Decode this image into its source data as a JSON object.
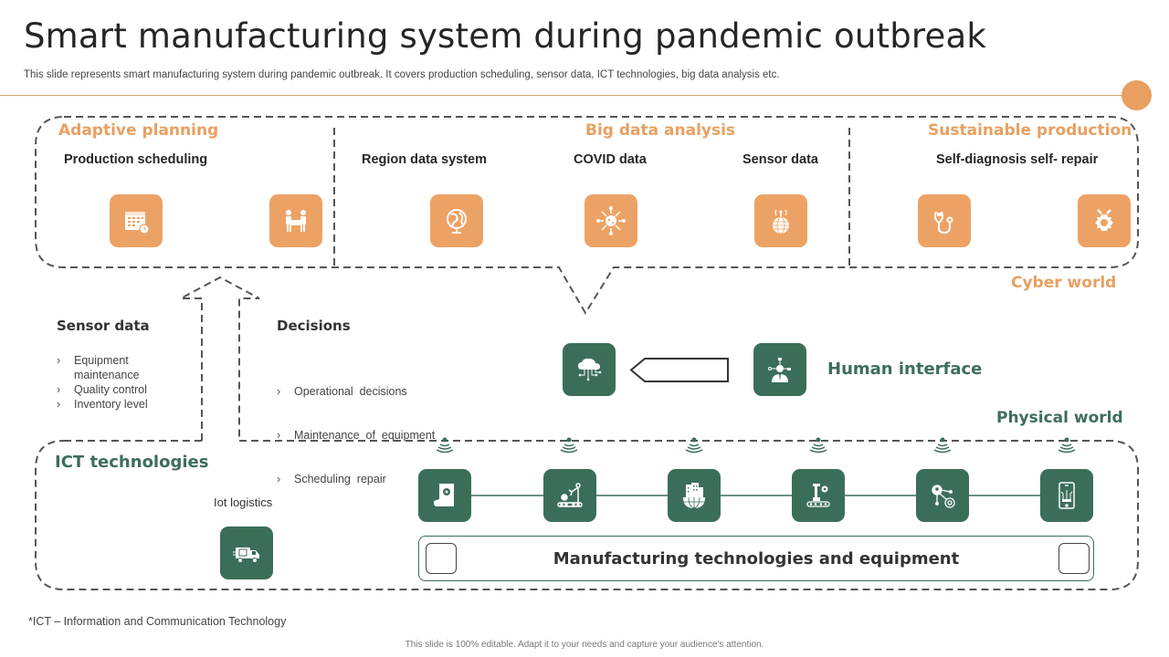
{
  "header": {
    "title": "Smart manufacturing system during pandemic outbreak",
    "subtitle": "This slide represents smart manufacturing system during pandemic outbreak. It covers production scheduling, sensor data, ICT technologies, big data analysis etc."
  },
  "colors": {
    "orange": "#eda265",
    "green": "#3b6e58",
    "orange_text": "#e8a060",
    "green_text": "#3d6e5a"
  },
  "cyber": {
    "label": "Cyber world",
    "groups": [
      {
        "heading": "Adaptive planning",
        "items": [
          {
            "label": "Production scheduling",
            "icons": [
              "calendar-clock-icon",
              "handshake-people-icon"
            ]
          }
        ]
      },
      {
        "heading": "Big data analysis",
        "items": [
          {
            "label": "Region data system",
            "icons": [
              "globe-icon"
            ]
          },
          {
            "label": "COVID data",
            "icons": [
              "virus-icon"
            ]
          },
          {
            "label": "Sensor data",
            "icons": [
              "globe-signal-icon"
            ]
          }
        ]
      },
      {
        "heading": "Sustainable production",
        "items": [
          {
            "label": "Self-diagnosis self- repair",
            "icons": [
              "stethoscope-icon",
              "gear-wrench-icon"
            ]
          }
        ]
      }
    ]
  },
  "middle": {
    "sensor_data": {
      "heading": "Sensor data",
      "items": [
        "Equipment maintenance",
        "Quality control",
        "Inventory  level"
      ]
    },
    "decisions": {
      "heading": "Decisions",
      "items": [
        "Operational  decisions",
        "Maintenance  of  equipment",
        "Scheduling  repair"
      ]
    },
    "human_interface": "Human interface",
    "cloud_icon": "cloud-network-icon",
    "human_icon": "person-network-icon"
  },
  "physical": {
    "label": "Physical world",
    "ict_heading": "ICT technologies",
    "iot_label": "Iot logistics",
    "iot_icon": "delivery-truck-icon",
    "equipment_icons": [
      "hand-gear-document-icon",
      "robot-arm-conveyor-icon",
      "city-globe-icon",
      "factory-robot-icon",
      "network-gear-icon",
      "smartphone-circuit-icon"
    ],
    "manufacturing_label": "Manufacturing technologies and equipment"
  },
  "footnote": "*ICT – Information  and  Communication  Technology",
  "footer": "This slide is 100% editable.  Adapt it to your needs and capture your audience's attention."
}
